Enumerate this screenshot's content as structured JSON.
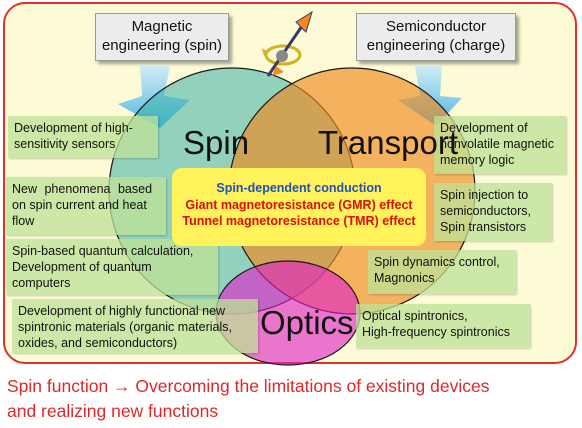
{
  "top_boxes": {
    "magnetic": {
      "line1": "Magnetic",
      "line2": "engineering (spin)"
    },
    "semiconductor": {
      "line1": "Semiconductor",
      "line2": "engineering (charge)"
    }
  },
  "circles": {
    "spin": "Spin",
    "transport": "Transport",
    "optics": "Optics"
  },
  "center": {
    "line1": "Spin-dependent conduction",
    "line2": "Giant magnetoresistance (GMR) effect",
    "line3": "Tunnel magnetoresistance (TMR) effect"
  },
  "left_notes": [
    {
      "line1": "Development of high-",
      "line2": "sensitivity sensors"
    },
    {
      "line1": "New phenomena based",
      "line2": "on spin current and heat",
      "line3": "flow"
    },
    {
      "line1": "Spin-based quantum calculation,",
      "line2": "Development of quantum",
      "line3": "computers"
    },
    {
      "line1": "Development of highly functional new",
      "line2": "spintronic materials (organic materials,",
      "line3": "oxides, and semiconductors)"
    }
  ],
  "right_notes": [
    {
      "line1": "Development of",
      "line2": "nonvolatile magnetic",
      "line3": "memory logic"
    },
    {
      "line1": "Spin injection to",
      "line2": "semiconductors,",
      "line3": "Spin transistors"
    },
    {
      "line1": "Spin dynamics control,",
      "line2": "Magnonics"
    },
    {
      "line1": "Optical spintronics,",
      "line2": "High-frequency spintronics"
    }
  ],
  "caption": {
    "line1": "Spin function → Overcoming the limitations of existing devices",
    "line2": "and realizing new functions"
  },
  "colors": {
    "border": "#e03030",
    "panel_bg": "#fcfbd6",
    "spin_circle": "#3ab0a8",
    "transport_circle": "#f08a1e",
    "optics_circle": "#e020c8",
    "center_box": "#fff25a",
    "center_blue": "#2050c0",
    "center_red": "#d81010",
    "note_bg": "#bee196",
    "caption": "#e02828",
    "arrows": "#4ab8e8"
  }
}
